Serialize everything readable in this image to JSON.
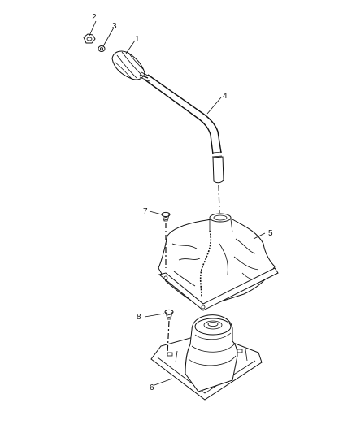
{
  "callouts": {
    "c1": "1",
    "c2": "2",
    "c3": "3",
    "c4": "4",
    "c5": "5",
    "c6": "6",
    "c7": "7",
    "c8": "8"
  },
  "parts": [
    {
      "id": "nut",
      "icon": "hex-nut-icon"
    },
    {
      "id": "washer",
      "icon": "washer-icon"
    },
    {
      "id": "knob",
      "icon": "shift-knob-icon"
    },
    {
      "id": "shift-lever",
      "icon": "lever-icon"
    },
    {
      "id": "outer-boot",
      "icon": "boot-icon"
    },
    {
      "id": "inner-boot",
      "icon": "boot-icon"
    },
    {
      "id": "screw-upper",
      "icon": "screw-icon"
    },
    {
      "id": "screw-lower",
      "icon": "screw-icon"
    }
  ]
}
